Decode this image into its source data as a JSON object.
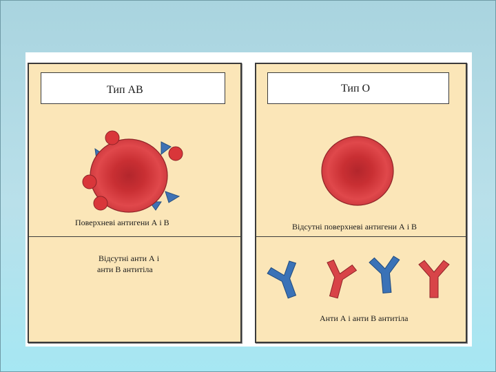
{
  "colors": {
    "cell_red": "#d9363a",
    "antigen_blue": "#3f72b5",
    "antibody_red": "#d84448",
    "antibody_blue": "#3a72b7",
    "card_fill": "#fbe6b8"
  },
  "left_card": {
    "title": "Тип    АВ",
    "surface_label": "Поверхневі антигени А і В",
    "antibody_label_line1": "Відсутні  анти А і",
    "antibody_label_line2": "анти В антитіла"
  },
  "right_card": {
    "title": "Тип    О",
    "surface_label": "Відсутні  поверхневі антигени А і В",
    "antibody_label": "Анти А і  анти В антитіла"
  },
  "icons": [
    "red-blood-cell-icon",
    "antigen-a-icon",
    "antigen-b-icon",
    "antibody-icon"
  ]
}
